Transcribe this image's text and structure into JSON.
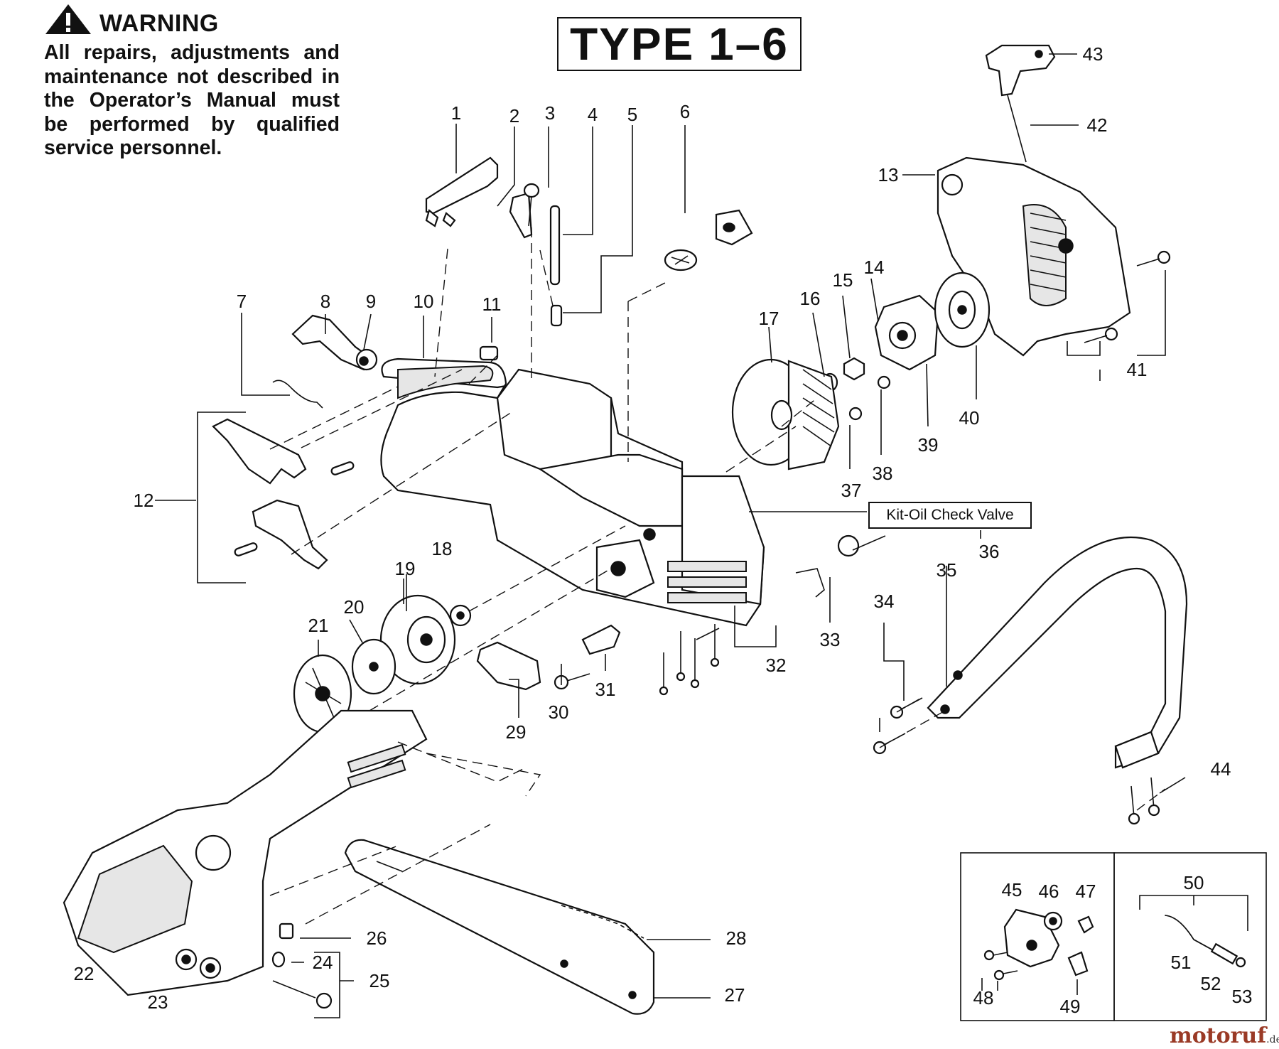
{
  "warning": {
    "title": "WARNING",
    "text": "All repairs, adjustments and maintenance not described in the Operator’s Manual must be performed by qualified service personnel."
  },
  "type_label": "TYPE 1–6",
  "kit_label": "Kit-Oil Check Valve",
  "callouts": {
    "c1": "1",
    "c2": "2",
    "c3": "3",
    "c4": "4",
    "c5": "5",
    "c6": "6",
    "c7": "7",
    "c8": "8",
    "c9": "9",
    "c10": "10",
    "c11": "11",
    "c12": "12",
    "c13": "13",
    "c14": "14",
    "c15": "15",
    "c16": "16",
    "c17": "17",
    "c18": "18",
    "c19": "19",
    "c20": "20",
    "c21": "21",
    "c22": "22",
    "c23": "23",
    "c24": "24",
    "c25": "25",
    "c26": "26",
    "c27": "27",
    "c28": "28",
    "c29": "29",
    "c30": "30",
    "c31": "31",
    "c32": "32",
    "c33": "33",
    "c34": "34",
    "c35": "35",
    "c36": "36",
    "c37": "37",
    "c38": "38",
    "c39": "39",
    "c40": "40",
    "c41": "41",
    "c42": "42",
    "c43": "43",
    "c44": "44",
    "c45": "45",
    "c46": "46",
    "c47": "47",
    "c48": "48",
    "c49": "49",
    "c50": "50",
    "c51": "51",
    "c52": "52",
    "c53": "53"
  },
  "watermark": {
    "main": "motoruf",
    "suffix": ".de"
  }
}
